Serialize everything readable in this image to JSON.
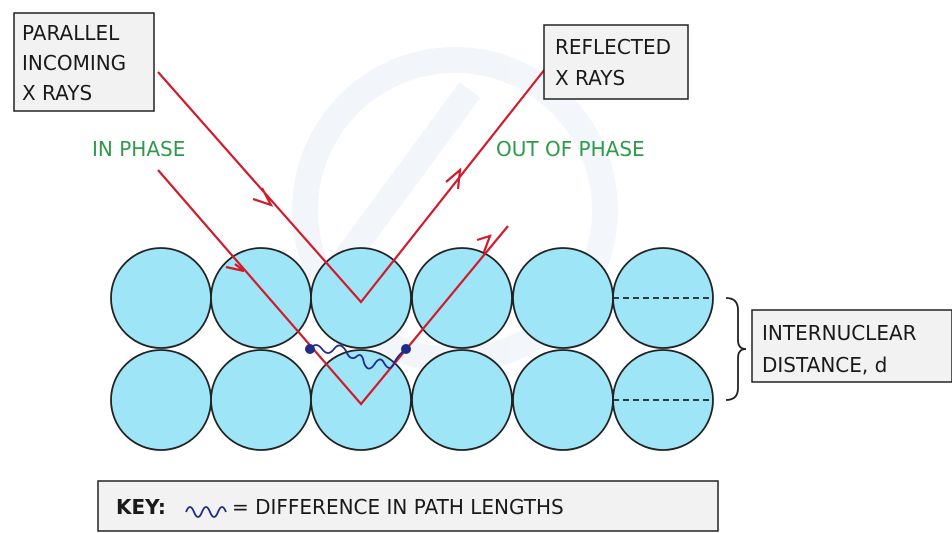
{
  "labels": {
    "incoming_line1": "PARALLEL",
    "incoming_line2": "INCOMING",
    "incoming_line3": "X  RAYS",
    "reflected_line1": "REFLECTED",
    "reflected_line2": "X  RAYS",
    "in_phase": "IN  PHASE",
    "out_of_phase": "OUT  OF  PHASE",
    "distance_line1": "INTERNUCLEAR",
    "distance_line2": "DISTANCE,  d"
  },
  "key": {
    "heading": "KEY:",
    "text": "= DIFFERENCE  IN  PATH  LENGTHS"
  },
  "colors": {
    "atom_fill": "#9ee6f7",
    "atom_stroke": "#222222",
    "ray": "#d11a2a",
    "wave": "#1f2a8a",
    "label_green": "#2e9b4a",
    "box_fill": "#f2f2f2"
  }
}
